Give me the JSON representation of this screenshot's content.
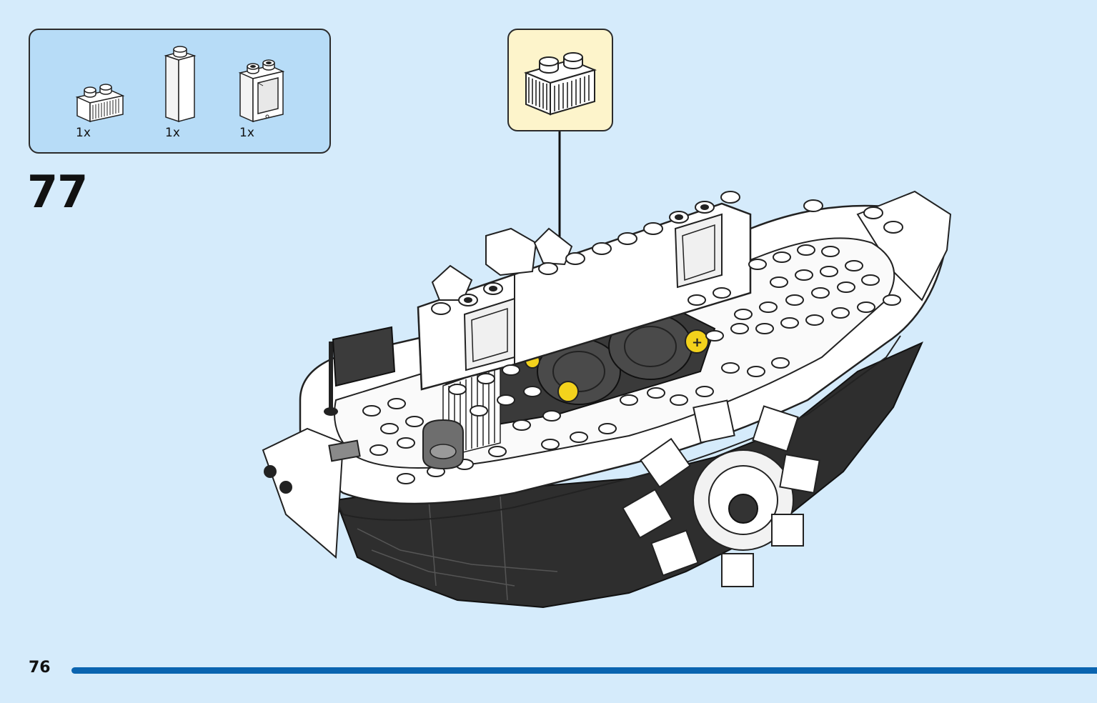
{
  "parts_list": {
    "items": [
      {
        "name": "brick-1x2-grille-white",
        "quantity": "1x"
      },
      {
        "name": "brick-1x1x3-white",
        "quantity": "1x"
      },
      {
        "name": "window-1x2x2-white",
        "quantity": "1x"
      }
    ]
  },
  "step": {
    "number": "77"
  },
  "callout": {
    "part": "brick-1x2-grille-white"
  },
  "page": {
    "number": "76"
  },
  "colors": {
    "background": "#d5ebfb",
    "parts_box": "#b7dcf7",
    "callout_box": "#fdf4cb",
    "page_bar": "#0a64b0",
    "hull": "#2e2e2e",
    "axle_yellow": "#f3d21c"
  }
}
